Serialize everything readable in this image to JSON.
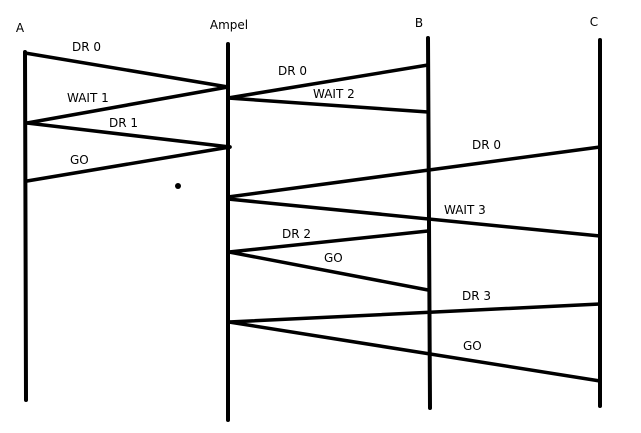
{
  "participants": [
    {
      "id": "A",
      "label": "A"
    },
    {
      "id": "Ampel",
      "label": "Ampel"
    },
    {
      "id": "B",
      "label": "B"
    },
    {
      "id": "C",
      "label": "C"
    }
  ],
  "messages": [
    {
      "from": "A",
      "to": "Ampel",
      "label": "DR 0"
    },
    {
      "from": "Ampel",
      "to": "A",
      "label": "WAIT 1"
    },
    {
      "from": "A",
      "to": "Ampel",
      "label": "DR 1"
    },
    {
      "from": "Ampel",
      "to": "A",
      "label": "GO"
    },
    {
      "from": "B",
      "to": "Ampel",
      "label": "DR 0"
    },
    {
      "from": "Ampel",
      "to": "B",
      "label": "WAIT 2"
    },
    {
      "from": "C",
      "to": "Ampel",
      "label": "DR 0"
    },
    {
      "from": "Ampel",
      "to": "C",
      "label": "WAIT 3"
    },
    {
      "from": "B",
      "to": "Ampel",
      "label": "DR 2"
    },
    {
      "from": "Ampel",
      "to": "B",
      "label": "GO"
    },
    {
      "from": "C",
      "to": "Ampel",
      "label": "DR 3"
    },
    {
      "from": "Ampel",
      "to": "C",
      "label": "GO"
    }
  ]
}
